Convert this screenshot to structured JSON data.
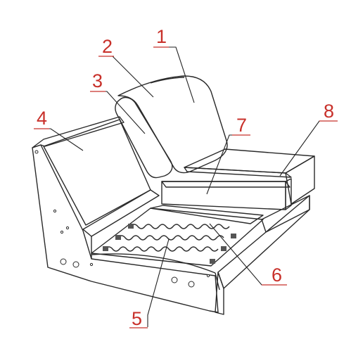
{
  "diagram": {
    "callouts": [
      {
        "id": "1",
        "label": "1"
      },
      {
        "id": "2",
        "label": "2"
      },
      {
        "id": "3",
        "label": "3"
      },
      {
        "id": "4",
        "label": "4"
      },
      {
        "id": "5",
        "label": "5"
      },
      {
        "id": "6",
        "label": "6"
      },
      {
        "id": "7",
        "label": "7"
      },
      {
        "id": "8",
        "label": "8"
      }
    ],
    "colors": {
      "label": "#c8302a",
      "outline": "#2a2a2a",
      "panel_dark": "#8f8f8f",
      "panel_light": "#e6e6e3",
      "frame": "#ffffff"
    }
  }
}
